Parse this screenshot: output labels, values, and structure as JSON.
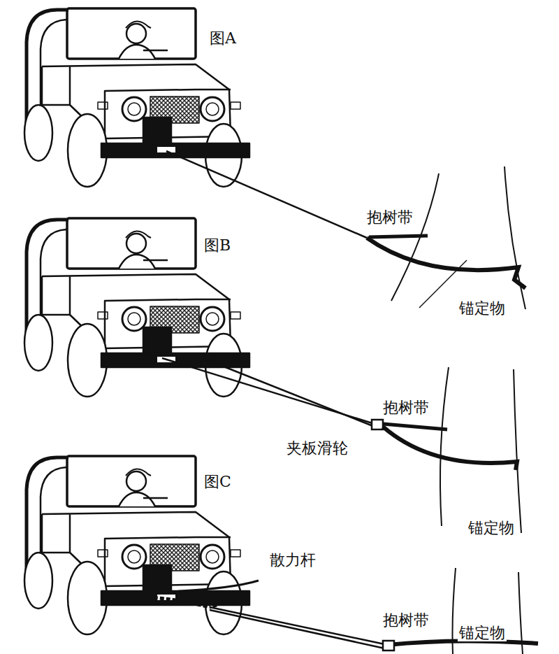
{
  "diagram": {
    "labels": [
      "图A",
      "抱树带",
      "锚定物",
      "图B",
      "抱树带",
      "夹板滑轮",
      "锚定物",
      "图C",
      "散力杆",
      "抱树带",
      "锚定物"
    ]
  }
}
